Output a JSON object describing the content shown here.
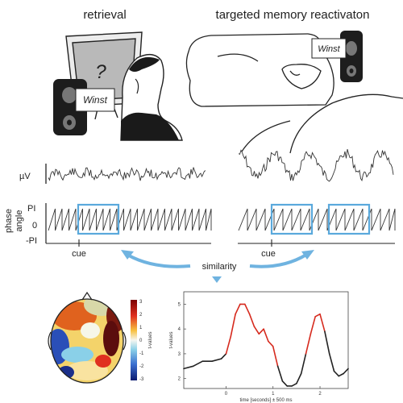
{
  "titles": {
    "left": "retrieval",
    "right": "targeted memory reactivaton"
  },
  "scene": {
    "screen_symbol": "?",
    "speaker_word_left": "Winst",
    "speaker_word_right": "Winst"
  },
  "eeg": {
    "amplitude_unit": "µV",
    "phase_label_line1": "phase",
    "phase_label_line2": "angle",
    "phase_ticks": [
      "PI",
      "0",
      "-PI"
    ],
    "cue_label_left": "cue",
    "cue_label_right": "cue",
    "highlight_color": "#5aa9dc"
  },
  "similarity_label": "similarity",
  "arrow_color": "#6fb3e0",
  "topomap": {
    "colorbar_ticks": [
      "3",
      "2",
      "1",
      "0",
      "-1",
      "-2",
      "-3"
    ],
    "colorbar_label": "t-values"
  },
  "chart_data": {
    "type": "line",
    "xlabel": "time [seconds] ± 500 ms",
    "ylabel": "t-values",
    "xlim": [
      -0.9,
      2.6
    ],
    "ylim": [
      1.6,
      5.5
    ],
    "xticks": [
      "0",
      "1",
      "2"
    ],
    "yticks": [
      "2",
      "3",
      "4",
      "5"
    ],
    "series": [
      {
        "x": [
          -0.9,
          -0.7,
          -0.5,
          -0.3,
          -0.1,
          0.0,
          0.1,
          0.2,
          0.3,
          0.4,
          0.5,
          0.6,
          0.7,
          0.8,
          0.9,
          1.0,
          1.1,
          1.2,
          1.3,
          1.4,
          1.5,
          1.6,
          1.7,
          1.8,
          1.9,
          2.0,
          2.1,
          2.2,
          2.3,
          2.4,
          2.5,
          2.6
        ],
        "values": [
          2.4,
          2.5,
          2.7,
          2.7,
          2.8,
          3.0,
          3.7,
          4.6,
          5.0,
          5.0,
          4.6,
          4.1,
          3.8,
          4.0,
          3.5,
          3.3,
          2.5,
          1.9,
          1.7,
          1.7,
          1.8,
          2.2,
          3.0,
          3.8,
          4.5,
          4.6,
          3.9,
          3.0,
          2.3,
          2.1,
          2.2,
          2.4
        ],
        "significant_ranges": [
          [
            0.05,
            1.05
          ],
          [
            1.75,
            2.15
          ]
        ],
        "color": "#222222",
        "significant_color": "#d62a1e"
      }
    ]
  }
}
